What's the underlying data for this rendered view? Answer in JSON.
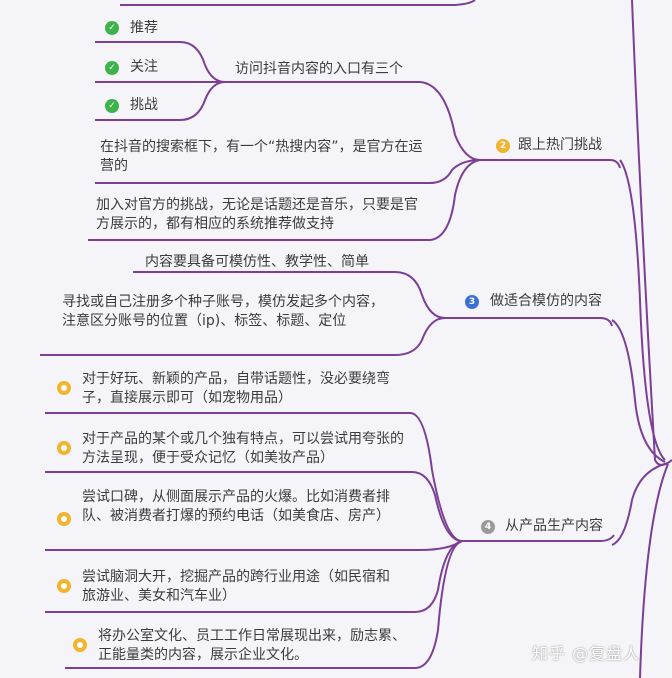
{
  "mindmap": {
    "branches": [
      {
        "index": 2,
        "label": "跟上热门挑战",
        "icon": "number-2-icon",
        "color": "#f2b42c",
        "children": [
          {
            "label": "访问抖音内容的入口有三个",
            "children": [
              {
                "label": "推荐",
                "icon": "check-icon"
              },
              {
                "label": "关注",
                "icon": "check-icon"
              },
              {
                "label": "挑战",
                "icon": "check-icon"
              }
            ]
          },
          {
            "label": "在抖音的搜索框下，有一个“热搜内容”，是官方在运营的"
          },
          {
            "label": "加入对官方的挑战，无论是话题还是音乐，只要是官方展示的，都有相应的系统推荐做支持"
          }
        ]
      },
      {
        "index": 3,
        "label": "做适合模仿的内容",
        "icon": "number-3-icon",
        "color": "#3a6fd8",
        "children": [
          {
            "label": "内容要具备可模仿性、教学性、简单"
          },
          {
            "label": "寻找或自己注册多个种子账号，模仿发起多个内容，注意区分账号的位置（ip)、标签、标题、定位"
          }
        ]
      },
      {
        "index": 4,
        "label": "从产品生产内容",
        "icon": "number-4-icon",
        "color": "#9a9a9a",
        "children": [
          {
            "label": "对于好玩、新颖的产品，自带话题性，没必要绕弯子，直接展示即可（如宠物用品）",
            "icon": "star-icon"
          },
          {
            "label": "对于产品的某个或几个独有特点，可以尝试用夸张的方法呈现，便于受众记忆（如美妆产品）",
            "icon": "star-icon"
          },
          {
            "label": "尝试口碑，从侧面展示产品的火爆。比如消费者排队、被消费者打爆的预约电话（如美食店、房产）",
            "icon": "star-icon"
          },
          {
            "label": "尝试脑洞大开，挖掘产品的跨行业用途（如民宿和旅游业、美女和汽车业）",
            "icon": "star-icon"
          },
          {
            "label": "将办公室文化、员工工作日常展现出来，励志累、正能量类的内容，展示企业文化。",
            "icon": "star-icon"
          }
        ]
      }
    ],
    "line_color": "#7b3f95",
    "background": "#f5f4f8"
  },
  "watermark": "知乎 @复盘人"
}
